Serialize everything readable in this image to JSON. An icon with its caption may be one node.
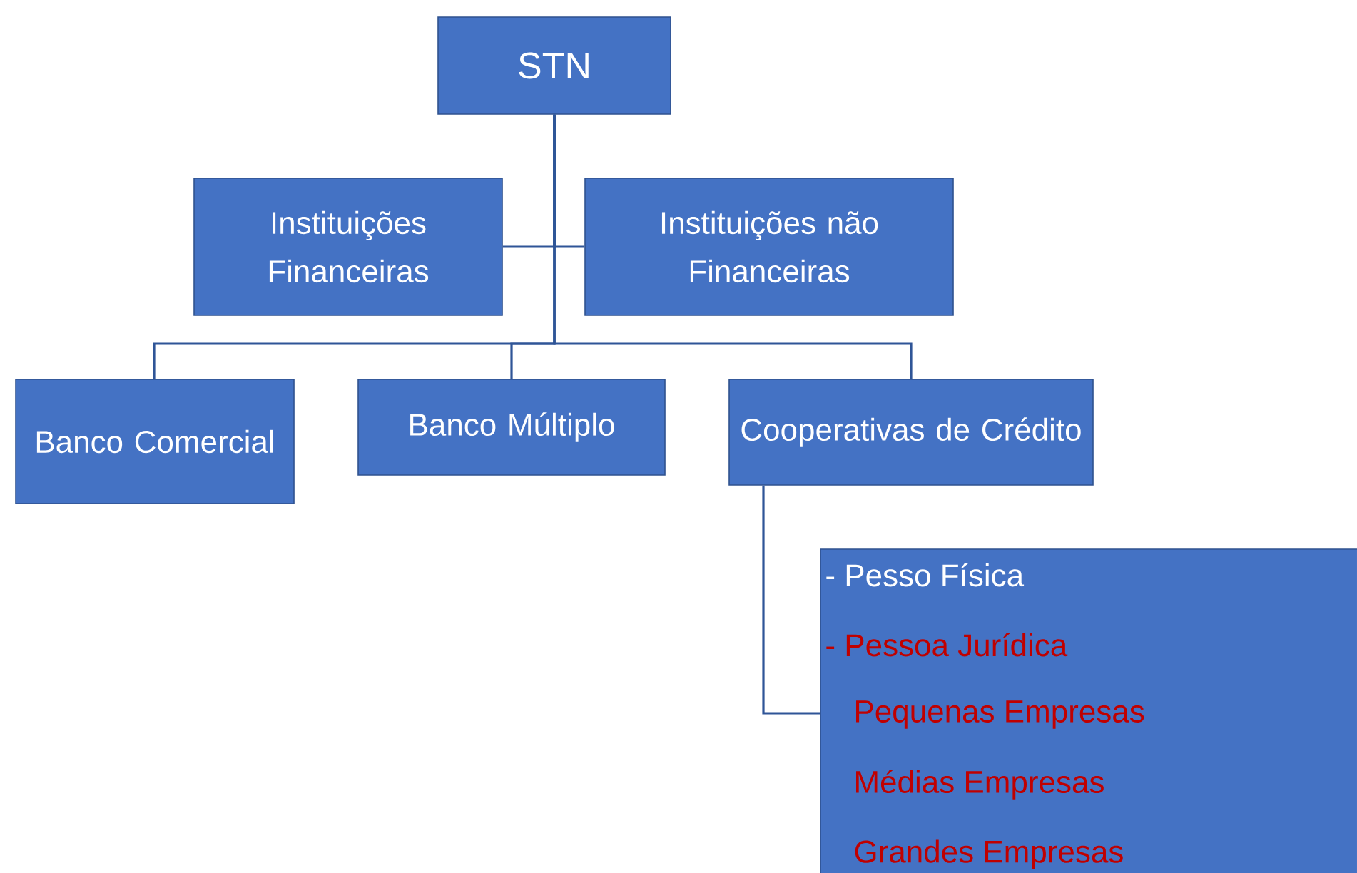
{
  "diagram": {
    "nodes": [
      {
        "text": [
          "STN"
        ]
      },
      {
        "text": [
          "Instituições Financeiras"
        ]
      },
      {
        "text": [
          "Instituições não Financeiras"
        ]
      },
      {
        "text": [
          "Banco Comercial"
        ]
      },
      {
        "text": [
          "Banco Múltiplo"
        ]
      },
      {
        "text": [
          "Cooperativas de Crédito"
        ]
      },
      {
        "text": [
          "- Pesso Física",
          "- Pessoa Jurídica",
          "Pequenas Empresas",
          "Médias Empresas",
          "Grandes Empresas"
        ]
      }
    ],
    "edges": [
      {
        "from": 0,
        "to": 1,
        "arrow": "none"
      },
      {
        "from": 0,
        "to": 2,
        "arrow": "none"
      },
      {
        "from": 0,
        "to": 3,
        "arrow": "none"
      },
      {
        "from": 0,
        "to": 4,
        "arrow": "none"
      },
      {
        "from": 0,
        "to": 5,
        "arrow": "none"
      },
      {
        "from": 5,
        "to": 6,
        "arrow": "none"
      }
    ]
  }
}
